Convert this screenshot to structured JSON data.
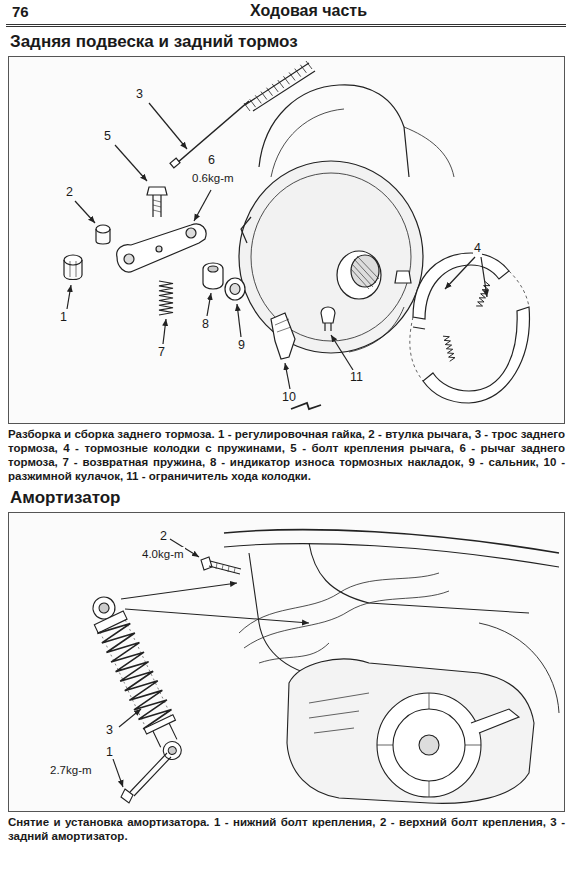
{
  "diagram": {
    "labels": [
      "76",
      "Ходовая часть",
      "Задняя подвеска и задний тормоз",
      "3",
      "5",
      "6",
      "0.6kg-m",
      "2",
      "1",
      "7",
      "8",
      "9",
      "10",
      "11",
      "4",
      "Разборка и сборка заднего тормоза. 1 - регулировочная гайка, 2 - втулка рычага, 3 - трос заднего тормоза, 4 - тормозные колодки с пружинами, 5 - болт крепления рычага, 6 - рычаг заднего тормоза, 7 - возвратная пружина, 8 - индикатор износа тормозных накладок, 9 - сальник, 10 - разжимной кулачок, 11 - ограничитель хода колодки.",
      "Амортизатор",
      "2",
      "4.0kg-m",
      "3",
      "1",
      "2.7kg-m",
      "Снятие и установка амортизатора. 1 - нижний болт крепления, 2 - верхний болт крепления, 3 - задний амортизатор."
    ]
  }
}
